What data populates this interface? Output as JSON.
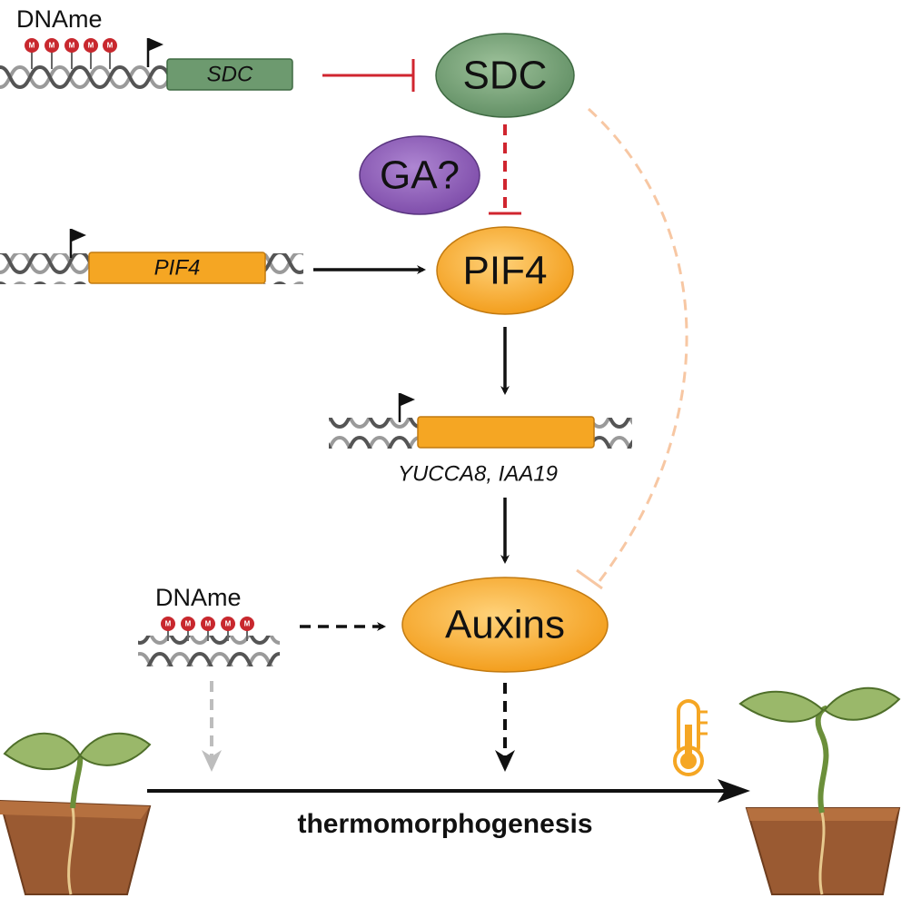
{
  "nodes": {
    "sdc": "SDC",
    "ga": "GA?",
    "pif4": "PIF4",
    "auxins": "Auxins"
  },
  "genes": {
    "sdc": "SDC",
    "pif4": "PIF4",
    "targets": "YUCCA8, IAA19"
  },
  "dname_top": "DNAme",
  "dname_mid": "DNAme",
  "methyl_mark": "M",
  "process_label": "thermomorphogenesis",
  "colors": {
    "sdc_green": "#6d9a6f",
    "pif4_orange": "#f5a623",
    "ga_purple": "#8e5fb8",
    "inhibit_red": "#d0252f",
    "inhibit_peach": "#f7c7a3",
    "methyl_red": "#c8282e",
    "soil_brown": "#9a5a32"
  }
}
